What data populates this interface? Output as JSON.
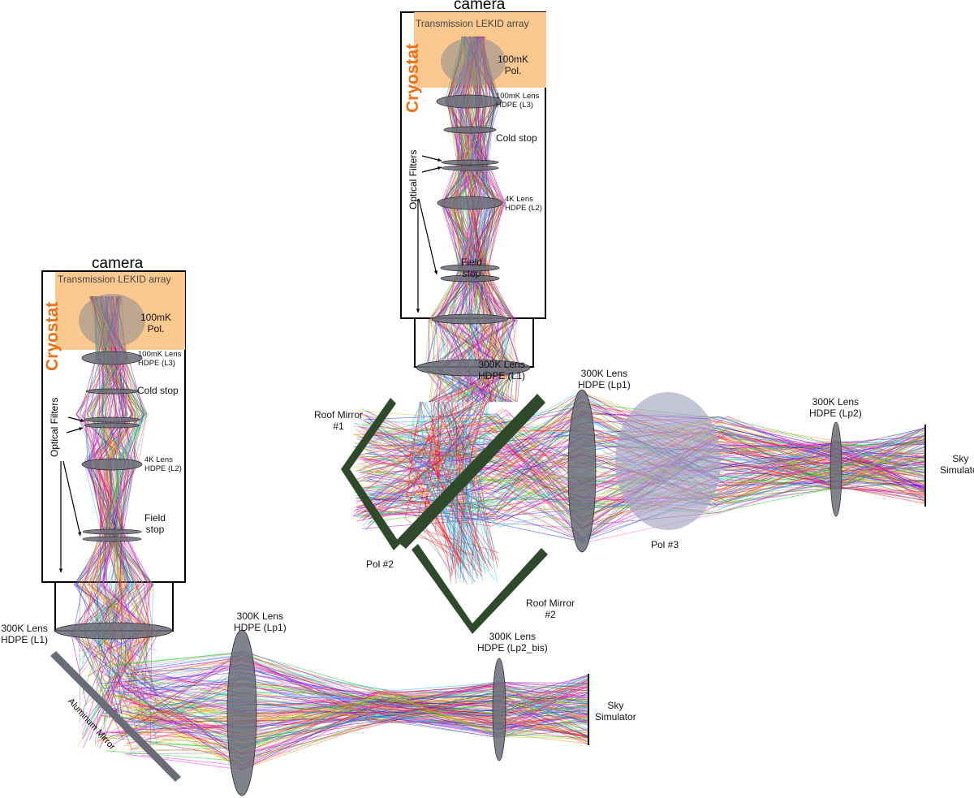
{
  "colors": {
    "cryostat_fill": "#fbc890",
    "cryostat_text": "#f07014",
    "mirror": "#2f4a2a",
    "lens": "#6a6d78",
    "polarizer": "#9a9bb6",
    "rays": [
      "#ff0000",
      "#ff00ff",
      "#8b00b0",
      "#00d000",
      "#1030ff",
      "#00c8ff",
      "#c8c800",
      "#ff7f00",
      "#ff60c0",
      "#808080"
    ]
  },
  "top_setup": {
    "camera": "camera",
    "array": "Transmission LEKID array",
    "cryostat": "Cryostat",
    "pol_100mk": "100mK\nPol.",
    "lens_l3": "100mK Lens\nHDPE (L3)",
    "cold_stop": "Cold stop",
    "optical_filters": "Optical Filters",
    "lens_l2": "4K Lens\nHDPE (L2)",
    "field_stop": "Field\nstop",
    "lens_l1": "300K Lens\nHDPE (L1)",
    "roof_mirror_1": "Roof Mirror\n#1",
    "pol_2": "Pol #2",
    "lens_lp1": "300K Lens\nHDPE (Lp1)",
    "pol_3": "Pol #3",
    "lens_lp2": "300K Lens\nHDPE (Lp2)",
    "sky_simulator": "Sky\nSimulator",
    "roof_mirror_2": "Roof Mirror\n#2"
  },
  "bottom_setup": {
    "camera": "camera",
    "array": "Transmission LEKID array",
    "cryostat": "Cryostat",
    "pol_100mk": "100mK\nPol.",
    "lens_l3": "100mK Lens\nHDPE (L3)",
    "cold_stop": "Cold stop",
    "optical_filters": "Optical Filters",
    "lens_l2": "4K Lens\nHDPE (L2)",
    "field_stop": "Field\nstop",
    "lens_l1": "300K Lens\nHDPE (L1)",
    "aluminum_mirror": "Aluminum Mirror",
    "lens_lp1": "300K Lens\nHDPE (Lp1)",
    "lens_lp2_bis": "300K Lens\nHDPE (Lp2_bis)",
    "sky_simulator": "Sky\nSimulator"
  }
}
